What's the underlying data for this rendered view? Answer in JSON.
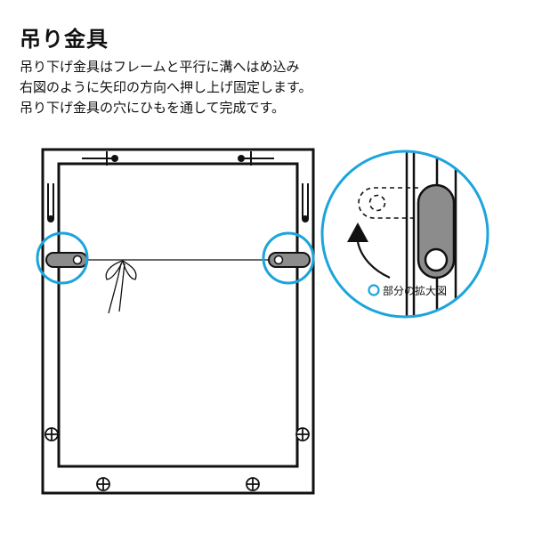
{
  "title": "吊り金具",
  "instructions": [
    "吊り下げ金具はフレームと平行に溝へはめ込み",
    "右図のように矢印の方向へ押し上げ固定します。",
    "吊り下げ金具の穴にひもを通して完成です。"
  ],
  "detail_caption": "部分の拡大図",
  "colors": {
    "accent": "#1ba5dc",
    "frame": "#111111",
    "hanger": "#8c8c8c"
  }
}
